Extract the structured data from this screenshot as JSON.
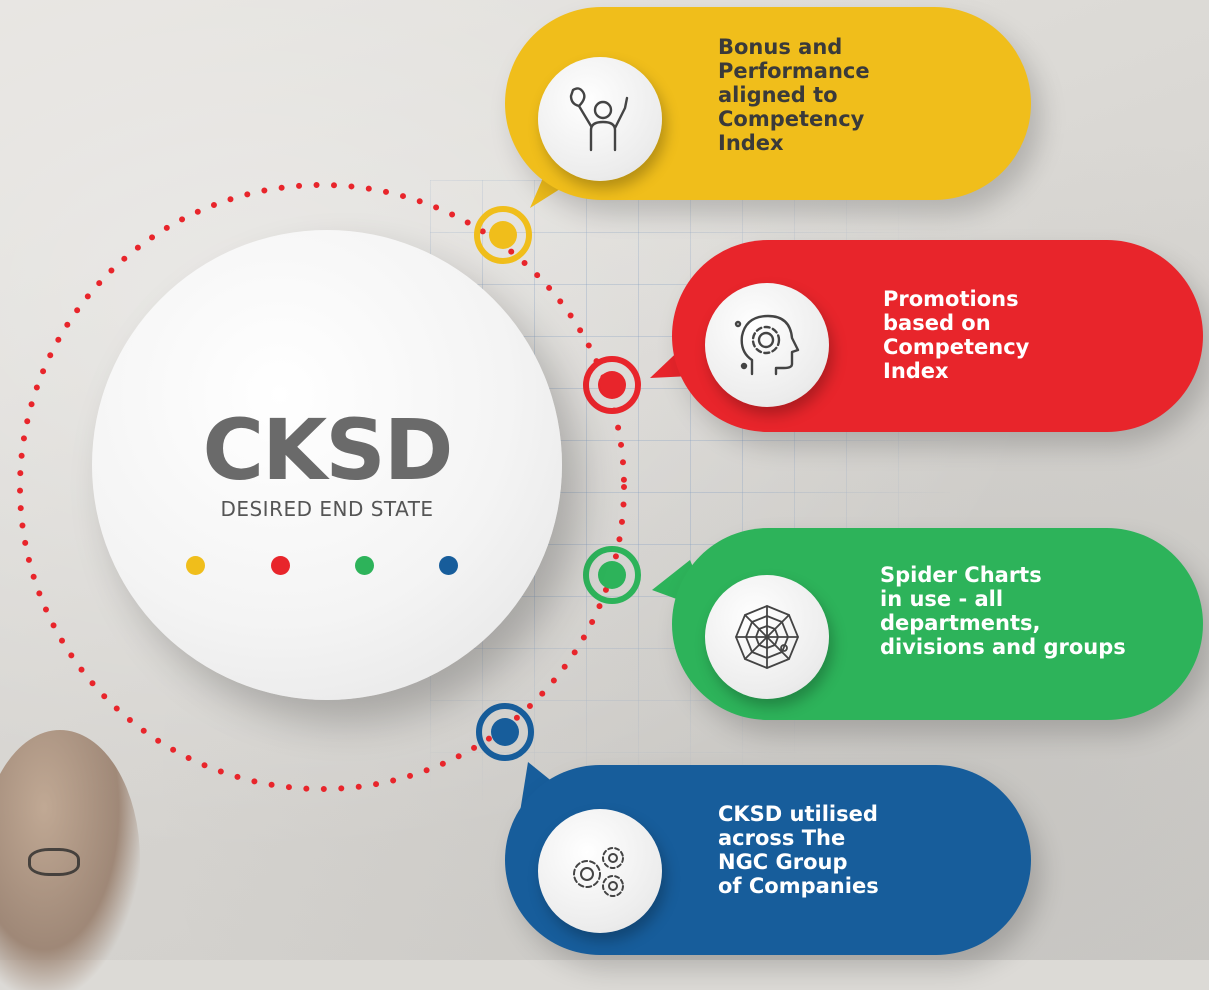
{
  "center": {
    "title": "CKSD",
    "subtitle": "DESIRED END STATE",
    "dot_colors": [
      "#f0be1b",
      "#e8252b",
      "#2db35a",
      "#175d9b"
    ]
  },
  "items": [
    {
      "text": "Bonus and\nPerformance\naligned to\nCompetency\nIndex",
      "color": "#f0be1b",
      "text_color": "#3a3a3a",
      "icon": "celebrating-person-icon"
    },
    {
      "text": "Promotions\nbased on\nCompetency\nIndex",
      "color": "#e8252b",
      "text_color": "#ffffff",
      "icon": "head-gear-icon"
    },
    {
      "text": "Spider Charts\nin use - all\ndepartments,\ndivisions and groups",
      "color": "#2db35a",
      "text_color": "#ffffff",
      "icon": "spider-web-icon"
    },
    {
      "text": "CKSD utilised\nacross The\nNGC Group\nof Companies",
      "color": "#175d9b",
      "text_color": "#ffffff",
      "icon": "gears-icon"
    }
  ]
}
